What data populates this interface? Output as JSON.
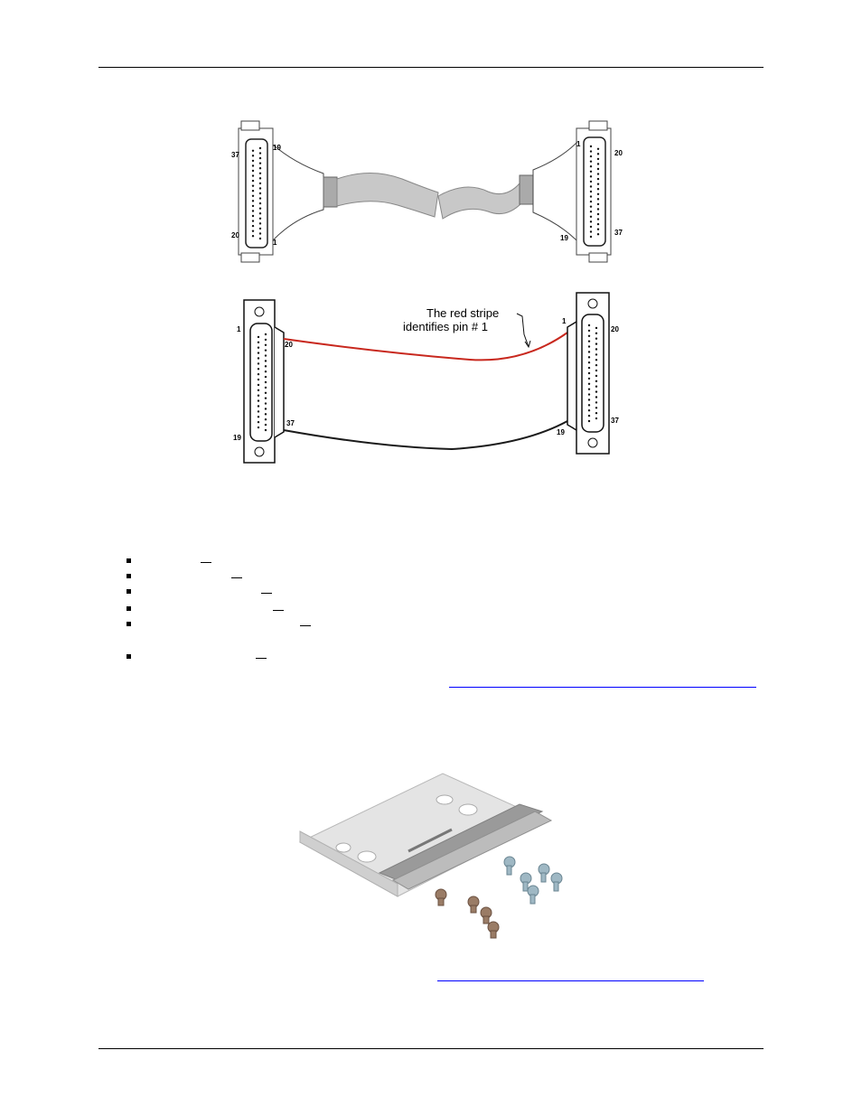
{
  "cable_figure": {
    "pin_labels": {
      "top_left_37": "37",
      "top_left_19": "19",
      "top_left_20": "20",
      "top_left_1": "1",
      "top_right_1": "1",
      "top_right_20": "20",
      "top_right_19": "19",
      "top_right_37": "37",
      "bottom_left_1": "1",
      "bottom_left_20": "20",
      "bottom_left_37": "37",
      "bottom_left_19": "19",
      "bottom_right_1": "1",
      "bottom_right_20": "20",
      "bottom_right_37": "37",
      "bottom_right_19": "19"
    },
    "callout_line1": "The red stripe",
    "callout_line2": "identifies pin # 1",
    "colors": {
      "red_stripe": "#c8281e",
      "wire": "#1a1a1a",
      "ribbon": "#c8c8c8"
    }
  },
  "din_rail_figure": {
    "colors": {
      "rail": "#dcdcdc",
      "screw_silver": "#9fb8c4",
      "screw_brass": "#9a7c66"
    }
  }
}
